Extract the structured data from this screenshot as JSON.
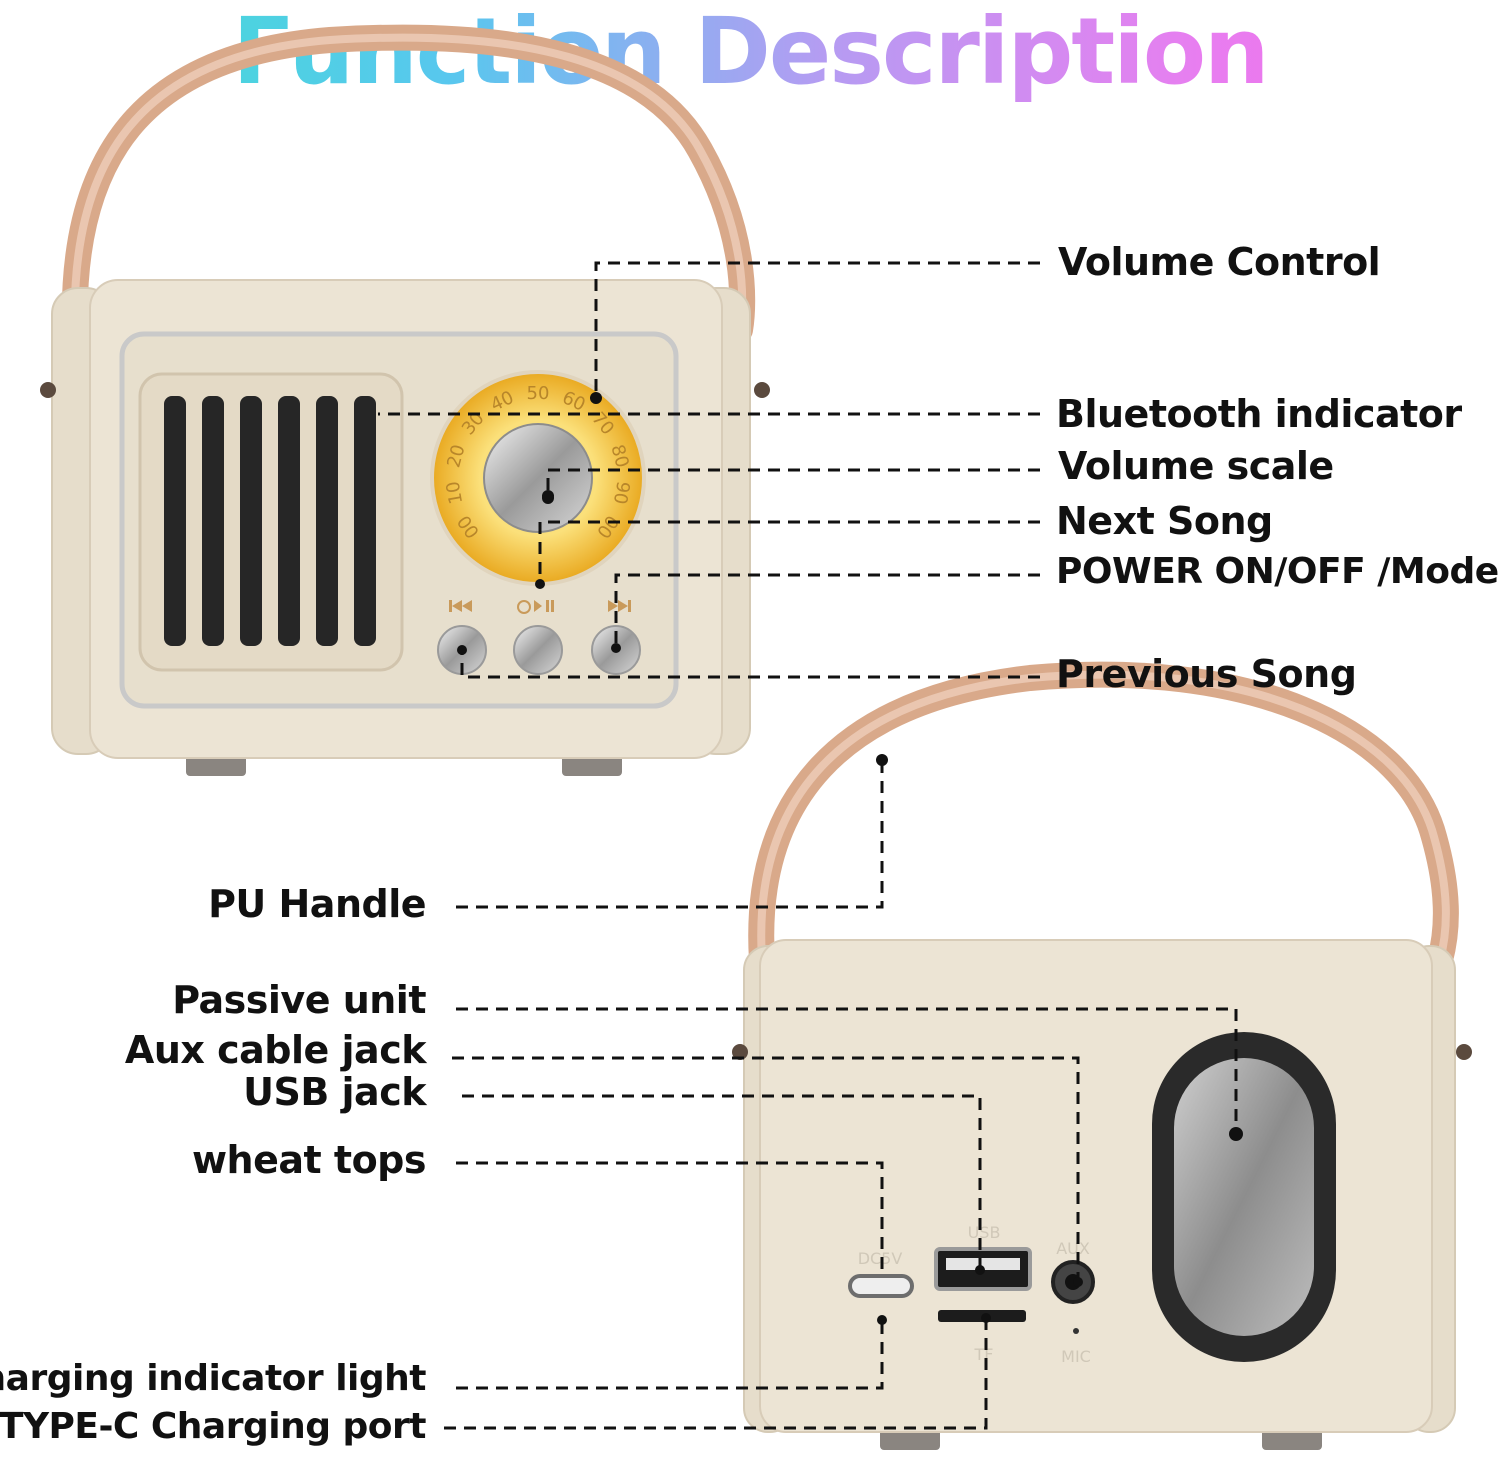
{
  "title": "Function Description",
  "front_labels": {
    "volume_control": "Volume  Control",
    "bluetooth_indicator": "Bluetooth indicator",
    "volume_scale": "Volume scale",
    "next_song": "Next Song",
    "power_mode": "POWER ON/OFF /Mode",
    "previous_song": "Previous Song"
  },
  "back_labels": {
    "pu_handle": "PU Handle",
    "passive_unit": "Passive unit",
    "aux_cable_jack": "Aux cable jack",
    "usb_jack": "USB jack",
    "wheat_tops": "wheat tops",
    "charging_indicator_light": "Charging indicator light",
    "type_c_port": "TYPE-C Charging port"
  },
  "dial_numbers": [
    "00",
    "10",
    "20",
    "30",
    "40",
    "50",
    "60",
    "70",
    "80",
    "90",
    "00"
  ],
  "button_icons": [
    "previous-icon",
    "power-play-pause-icon",
    "next-icon"
  ],
  "port_labels": {
    "dc": "DC5V",
    "usb": "USB",
    "aux": "AUX",
    "tf": "TF",
    "mic": "MIC"
  },
  "colors": {
    "body": "#ece4d4",
    "handle": "#d9a98a",
    "dial": "#f2c63a",
    "grille": "#2a2a2a",
    "leader": "#111111"
  }
}
